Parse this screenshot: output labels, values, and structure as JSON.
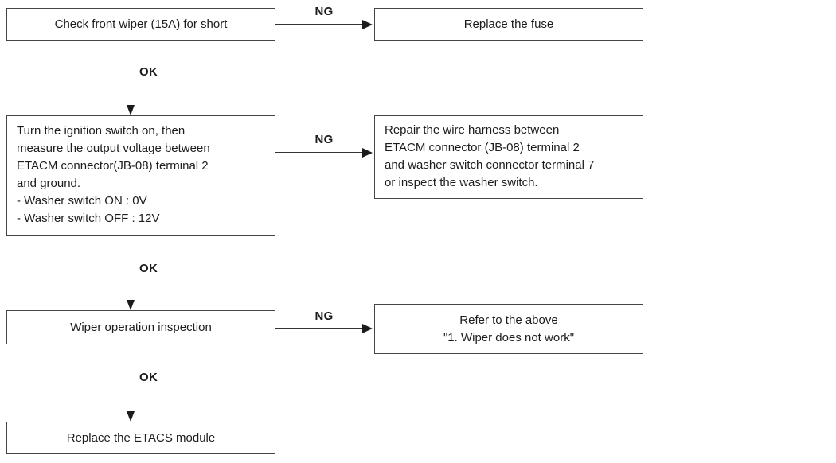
{
  "flowchart": {
    "steps": {
      "step1": {
        "text": "Check front wiper (15A) for short"
      },
      "step2": {
        "lines": [
          "Turn the ignition switch on, then",
          "measure the output voltage between",
          "ETACM connector(JB-08) terminal 2",
          "and ground.",
          "- Washer switch ON : 0V",
          "- Washer switch OFF : 12V"
        ]
      },
      "step3": {
        "text": "Wiper operation inspection"
      },
      "step4": {
        "text": "Replace the ETACS module"
      }
    },
    "remedies": {
      "remedy1": {
        "text": "Replace the fuse"
      },
      "remedy2": {
        "lines": [
          "Repair the wire harness between",
          "ETACM connector (JB-08) terminal 2",
          "and washer switch connector terminal 7",
          "or inspect the washer switch."
        ]
      },
      "remedy3": {
        "lines": [
          "Refer to the above",
          "\"1. Wiper does not work\""
        ]
      }
    },
    "labels": {
      "ng1": "NG",
      "ng2": "NG",
      "ng3": "NG",
      "ok1": "OK",
      "ok2": "OK",
      "ok3": "OK"
    },
    "colors": {
      "background": "#ffffff",
      "box_border": "#454545",
      "line": "#333333",
      "text": "#1c1c1c"
    }
  }
}
